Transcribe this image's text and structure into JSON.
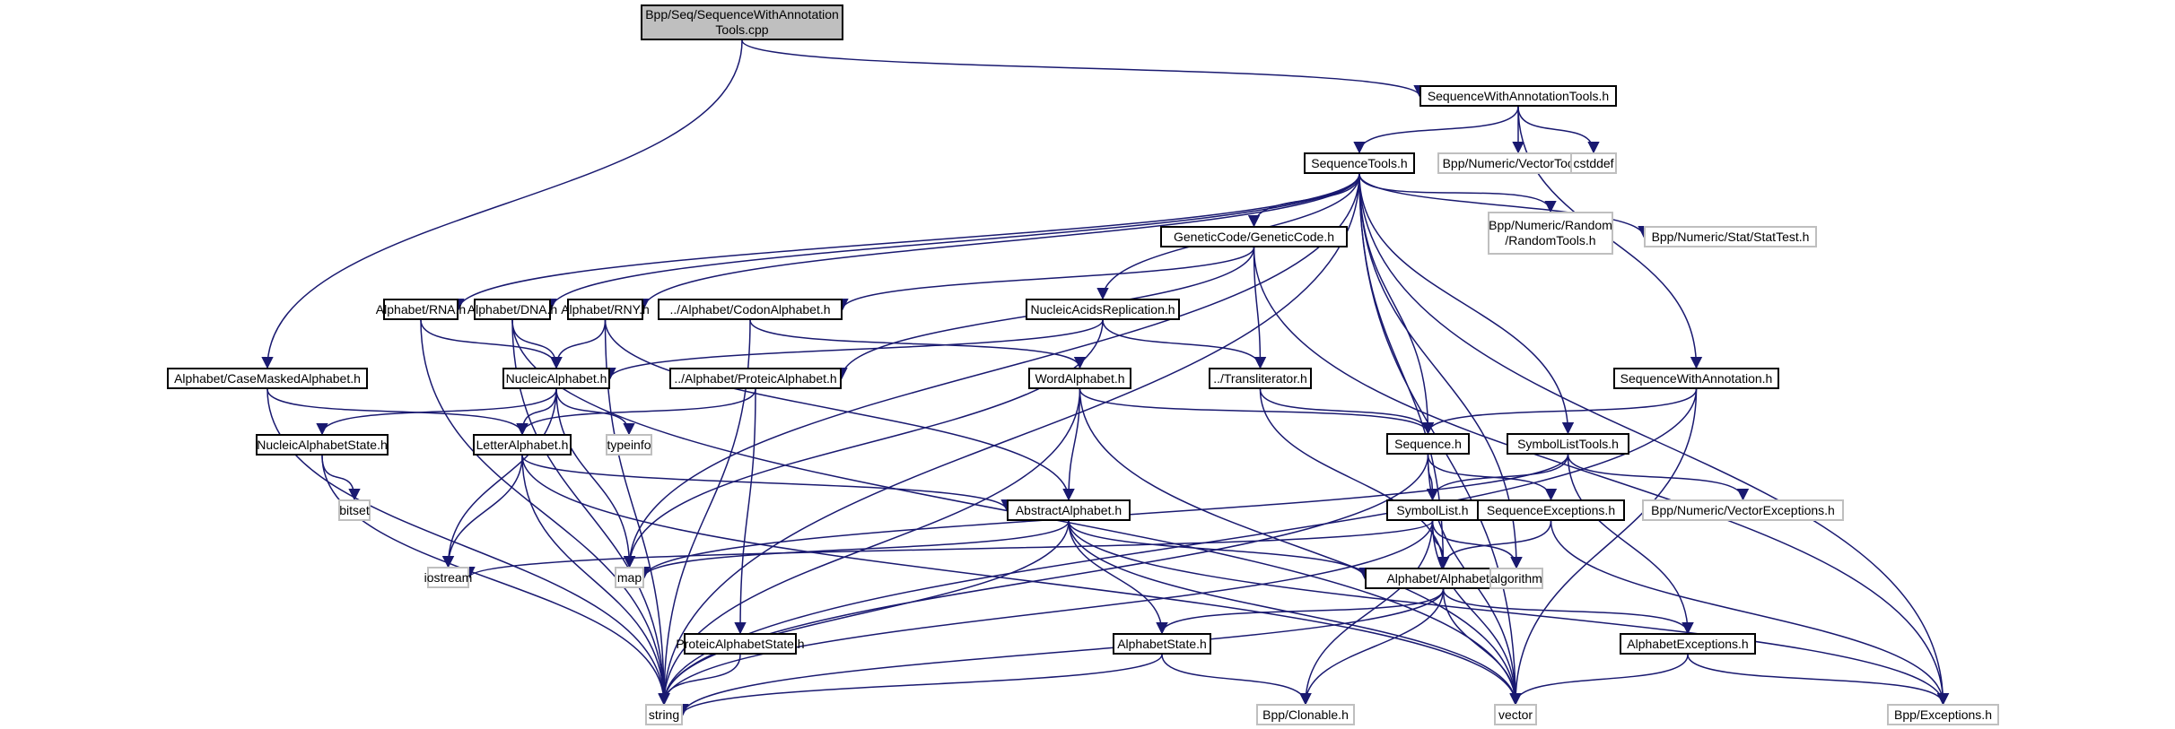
{
  "diagram": {
    "title": "Bpp/Seq/SequenceWithAnnotationTools.cpp include dependency graph",
    "colors": {
      "edge": "#191970",
      "node_border": "#000000",
      "external_border": "#bfbfbf",
      "root_fill": "#bfbfbf",
      "node_fill": "#ffffff"
    },
    "nodes": [
      {
        "id": "root",
        "label": "Bpp/Seq/SequenceWithAnnotation\nTools.cpp",
        "kind": "root"
      },
      {
        "id": "swat_h",
        "label": "SequenceWithAnnotationTools.h",
        "kind": "local"
      },
      {
        "id": "seqtools",
        "label": "SequenceTools.h",
        "kind": "local"
      },
      {
        "id": "vectortools",
        "label": "Bpp/Numeric/VectorTools.h",
        "kind": "external"
      },
      {
        "id": "cstddef",
        "label": "cstddef",
        "kind": "external"
      },
      {
        "id": "geneticcode",
        "label": "GeneticCode/GeneticCode.h",
        "kind": "local"
      },
      {
        "id": "randomtools",
        "label": "Bpp/Numeric/Random\n/RandomTools.h",
        "kind": "external"
      },
      {
        "id": "stattest",
        "label": "Bpp/Numeric/Stat/StatTest.h",
        "kind": "external"
      },
      {
        "id": "rna",
        "label": "Alphabet/RNA.h",
        "kind": "local"
      },
      {
        "id": "dna",
        "label": "Alphabet/DNA.h",
        "kind": "local"
      },
      {
        "id": "rny",
        "label": "Alphabet/RNY.h",
        "kind": "local"
      },
      {
        "id": "codon",
        "label": "../Alphabet/CodonAlphabet.h",
        "kind": "local"
      },
      {
        "id": "nar",
        "label": "NucleicAcidsReplication.h",
        "kind": "local"
      },
      {
        "id": "casemasked",
        "label": "Alphabet/CaseMaskedAlphabet.h",
        "kind": "local"
      },
      {
        "id": "nucleic",
        "label": "NucleicAlphabet.h",
        "kind": "local"
      },
      {
        "id": "proteic",
        "label": "../Alphabet/ProteicAlphabet.h",
        "kind": "local"
      },
      {
        "id": "word",
        "label": "WordAlphabet.h",
        "kind": "local"
      },
      {
        "id": "translit",
        "label": "../Transliterator.h",
        "kind": "local"
      },
      {
        "id": "swa",
        "label": "SequenceWithAnnotation.h",
        "kind": "local"
      },
      {
        "id": "nucstate",
        "label": "NucleicAlphabetState.h",
        "kind": "local"
      },
      {
        "id": "letter",
        "label": "LetterAlphabet.h",
        "kind": "local"
      },
      {
        "id": "typeinfo",
        "label": "typeinfo",
        "kind": "external"
      },
      {
        "id": "sequence",
        "label": "Sequence.h",
        "kind": "local"
      },
      {
        "id": "sltools",
        "label": "SymbolListTools.h",
        "kind": "local"
      },
      {
        "id": "bitset",
        "label": "bitset",
        "kind": "external"
      },
      {
        "id": "abstract",
        "label": "AbstractAlphabet.h",
        "kind": "local"
      },
      {
        "id": "symbollist",
        "label": "SymbolList.h",
        "kind": "local"
      },
      {
        "id": "seqexc",
        "label": "SequenceExceptions.h",
        "kind": "local"
      },
      {
        "id": "vecexc",
        "label": "Bpp/Numeric/VectorExceptions.h",
        "kind": "external"
      },
      {
        "id": "iostream",
        "label": "iostream",
        "kind": "external"
      },
      {
        "id": "map",
        "label": "map",
        "kind": "external"
      },
      {
        "id": "alphabet",
        "label": "Alphabet/Alphabet.h",
        "kind": "local"
      },
      {
        "id": "algorithm",
        "label": "algorithm",
        "kind": "external"
      },
      {
        "id": "protstate",
        "label": "ProteicAlphabetState.h",
        "kind": "local"
      },
      {
        "id": "alphstate",
        "label": "AlphabetState.h",
        "kind": "local"
      },
      {
        "id": "alphexc",
        "label": "AlphabetExceptions.h",
        "kind": "local"
      },
      {
        "id": "string",
        "label": "string",
        "kind": "external"
      },
      {
        "id": "clonable",
        "label": "Bpp/Clonable.h",
        "kind": "external"
      },
      {
        "id": "vector",
        "label": "vector",
        "kind": "external"
      },
      {
        "id": "exceptions",
        "label": "Bpp/Exceptions.h",
        "kind": "external"
      }
    ],
    "edges": [
      [
        "root",
        "swat_h"
      ],
      [
        "root",
        "casemasked"
      ],
      [
        "swat_h",
        "seqtools"
      ],
      [
        "swat_h",
        "vectortools"
      ],
      [
        "swat_h",
        "cstddef"
      ],
      [
        "swat_h",
        "swa"
      ],
      [
        "seqtools",
        "geneticcode"
      ],
      [
        "seqtools",
        "randomtools"
      ],
      [
        "seqtools",
        "stattest"
      ],
      [
        "seqtools",
        "rna"
      ],
      [
        "seqtools",
        "dna"
      ],
      [
        "seqtools",
        "rny"
      ],
      [
        "seqtools",
        "nar"
      ],
      [
        "seqtools",
        "sequence"
      ],
      [
        "seqtools",
        "sltools"
      ],
      [
        "seqtools",
        "alphabet"
      ],
      [
        "seqtools",
        "string"
      ],
      [
        "seqtools",
        "map"
      ],
      [
        "seqtools",
        "algorithm"
      ],
      [
        "seqtools",
        "vector"
      ],
      [
        "seqtools",
        "exceptions"
      ],
      [
        "geneticcode",
        "codon"
      ],
      [
        "geneticcode",
        "proteic"
      ],
      [
        "geneticcode",
        "translit"
      ],
      [
        "geneticcode",
        "exceptions"
      ],
      [
        "rna",
        "nucleic"
      ],
      [
        "rna",
        "string"
      ],
      [
        "dna",
        "nucleic"
      ],
      [
        "dna",
        "string"
      ],
      [
        "dna",
        "vector"
      ],
      [
        "rny",
        "nucleic"
      ],
      [
        "rny",
        "abstract"
      ],
      [
        "rny",
        "string"
      ],
      [
        "codon",
        "word"
      ],
      [
        "codon",
        "string"
      ],
      [
        "nar",
        "nucleic"
      ],
      [
        "nar",
        "translit"
      ],
      [
        "nar",
        "map"
      ],
      [
        "casemasked",
        "letter"
      ],
      [
        "casemasked",
        "string"
      ],
      [
        "nucleic",
        "nucstate"
      ],
      [
        "nucleic",
        "letter"
      ],
      [
        "nucleic",
        "typeinfo"
      ],
      [
        "nucleic",
        "iostream"
      ],
      [
        "nucleic",
        "map"
      ],
      [
        "proteic",
        "letter"
      ],
      [
        "proteic",
        "protstate"
      ],
      [
        "word",
        "abstract"
      ],
      [
        "word",
        "sequence"
      ],
      [
        "word",
        "string"
      ],
      [
        "word",
        "vector"
      ],
      [
        "translit",
        "sequence"
      ],
      [
        "translit",
        "alphabet"
      ],
      [
        "swa",
        "sequence"
      ],
      [
        "swa",
        "string"
      ],
      [
        "swa",
        "vector"
      ],
      [
        "nucstate",
        "bitset"
      ],
      [
        "nucstate",
        "string"
      ],
      [
        "letter",
        "abstract"
      ],
      [
        "letter",
        "iostream"
      ],
      [
        "letter",
        "string"
      ],
      [
        "letter",
        "vector"
      ],
      [
        "sequence",
        "symbollist"
      ],
      [
        "sequence",
        "seqexc"
      ],
      [
        "sequence",
        "string"
      ],
      [
        "sequence",
        "vector"
      ],
      [
        "sltools",
        "symbollist"
      ],
      [
        "sltools",
        "vecexc"
      ],
      [
        "sltools",
        "alphexc"
      ],
      [
        "sltools",
        "map"
      ],
      [
        "abstract",
        "alphabet"
      ],
      [
        "abstract",
        "alphstate"
      ],
      [
        "abstract",
        "map"
      ],
      [
        "abstract",
        "string"
      ],
      [
        "abstract",
        "vector"
      ],
      [
        "abstract",
        "exceptions"
      ],
      [
        "symbollist",
        "alphabet"
      ],
      [
        "symbollist",
        "iostream"
      ],
      [
        "symbollist",
        "algorithm"
      ],
      [
        "symbollist",
        "string"
      ],
      [
        "symbollist",
        "vector"
      ],
      [
        "symbollist",
        "clonable"
      ],
      [
        "seqexc",
        "alphabet"
      ],
      [
        "seqexc",
        "exceptions"
      ],
      [
        "alphabet",
        "alphstate"
      ],
      [
        "alphabet",
        "alphexc"
      ],
      [
        "alphabet",
        "string"
      ],
      [
        "alphabet",
        "vector"
      ],
      [
        "alphabet",
        "clonable"
      ],
      [
        "protstate",
        "string"
      ],
      [
        "alphstate",
        "string"
      ],
      [
        "alphstate",
        "clonable"
      ],
      [
        "alphexc",
        "vector"
      ],
      [
        "alphexc",
        "exceptions"
      ]
    ]
  }
}
